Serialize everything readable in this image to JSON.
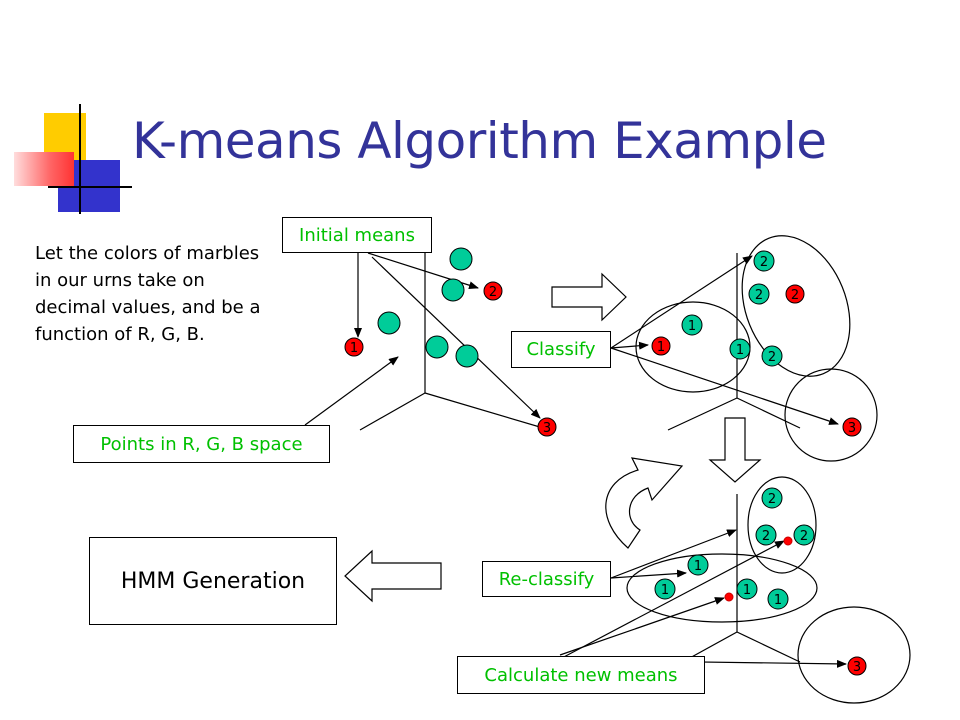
{
  "slide": {
    "title": "K-means Algorithm Example",
    "body": "Let the colors of marbles in our urns take on decimal values, and be a function of R, G, B."
  },
  "labels": {
    "initial_means": "Initial means",
    "points_space": "Points in R, G, B space",
    "classify": "Classify",
    "reclassify": "Re-classify",
    "calc_means": "Calculate new means",
    "hmm": "HMM Generation"
  },
  "colors": {
    "title": "#333399",
    "label_green": "#00c000",
    "mean_red": "#ff0000",
    "point_teal": "#00cc99"
  },
  "marks": {
    "one": "1",
    "two": "2",
    "three": "3"
  }
}
